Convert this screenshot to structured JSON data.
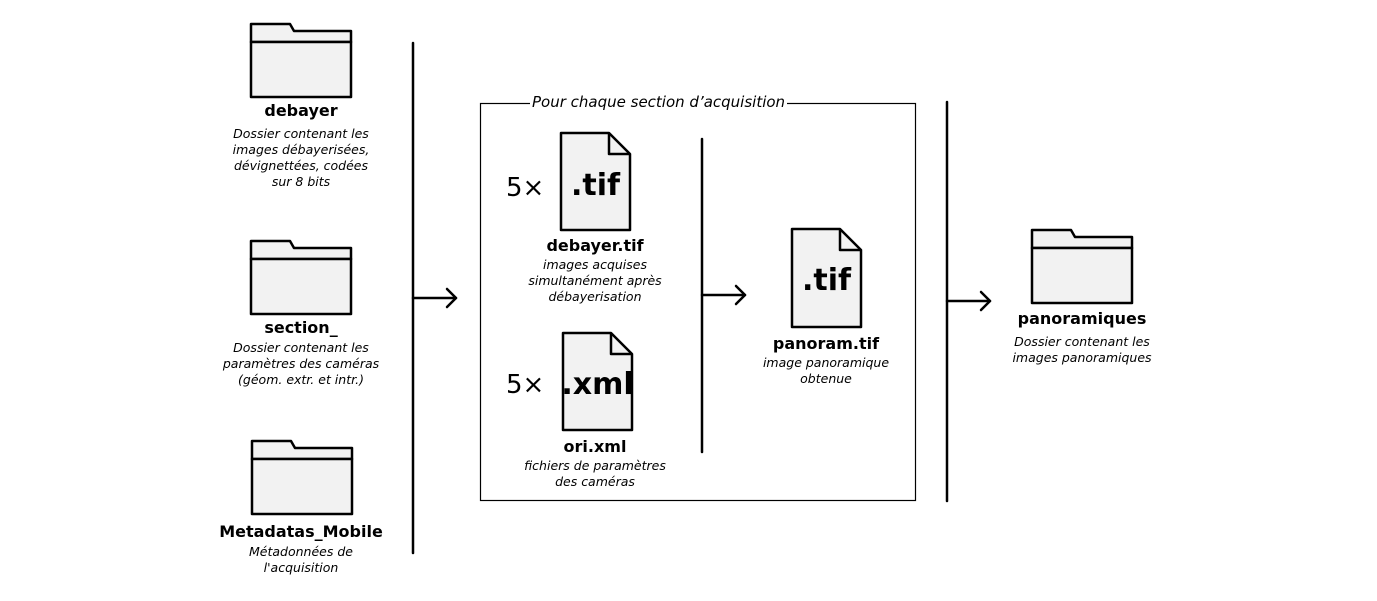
{
  "inputs": {
    "debayer": {
      "name": "debayer",
      "description": "Dossier contenant les\nimages débayerisées,\ndévignettées, codées\nsur 8 bits"
    },
    "section": {
      "name": "section_",
      "description": "Dossier contenant les\nparamètres des caméras\n(géom. extr. et intr.)"
    },
    "metadatas": {
      "name": "Metadatas_Mobile",
      "description": "Métadonnées de\nl'acquisition"
    }
  },
  "section_box": {
    "title": "Pour chaque section d’acquisition",
    "tif_file": {
      "multiplier": "5×",
      "extension": ".tif",
      "name": "debayer.tif",
      "description": "images acquises\nsimultanément après\ndébayerisation"
    },
    "xml_file": {
      "multiplier": "5×",
      "extension": ".xml",
      "name": "ori.xml",
      "description": "fichiers de paramètres\ndes caméras"
    },
    "output_file": {
      "extension": ".tif",
      "name": "panoram.tif",
      "description": "image panoramique\nobtenue"
    }
  },
  "output": {
    "name": "panoramiques",
    "description": "Dossier contenant les\nimages panoramiques"
  }
}
